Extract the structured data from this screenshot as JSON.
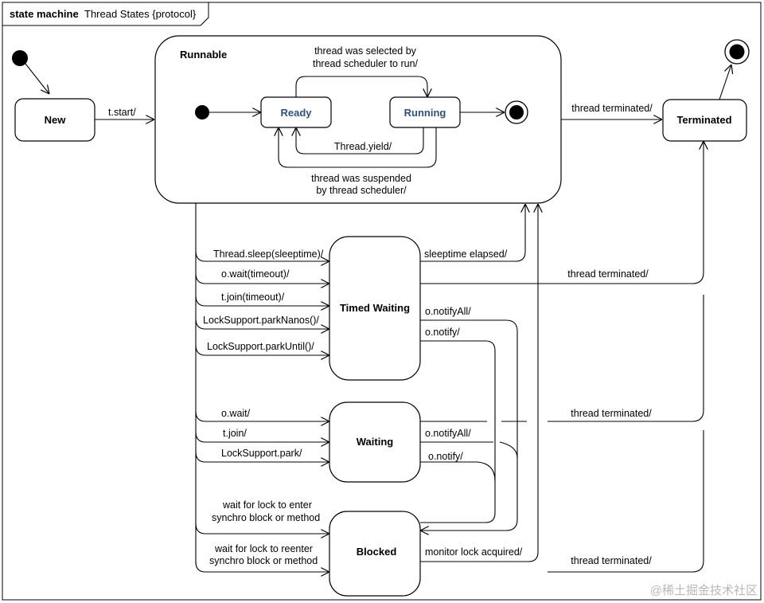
{
  "frame": {
    "kind": "state machine",
    "title": "Thread States {protocol}"
  },
  "states": {
    "new": "New",
    "runnable": "Runnable",
    "ready": "Ready",
    "running": "Running",
    "terminated": "Terminated",
    "timed_waiting": "Timed Waiting",
    "waiting": "Waiting",
    "blocked": "Blocked"
  },
  "transitions": {
    "start": "t.start/",
    "selected_1": "thread was selected by",
    "selected_2": "thread scheduler to run/",
    "yield": "Thread.yield/",
    "suspended_1": "thread was suspended",
    "suspended_2": "by thread scheduler/",
    "terminated_runnable": "thread terminated/",
    "sleep": "Thread.sleep(sleeptime)/",
    "wait_timeout": "o.wait(timeout)/",
    "join_timeout": "t.join(timeout)/",
    "park_nanos": "LockSupport.parkNanos()/",
    "park_until": "LockSupport.parkUntil()/",
    "sleeptime_elapsed": "sleeptime elapsed/",
    "terminated_timed": "thread terminated/",
    "notify_all_timed": "o.notifyAll/",
    "notify_timed": "o.notify/",
    "wait": "o.wait/",
    "join": "t.join/",
    "park": "LockSupport.park/",
    "terminated_waiting": "thread terminated/",
    "notify_all_waiting": "o.notifyAll/",
    "notify_waiting": "o.notify/",
    "lock_enter_1": "wait for lock to enter",
    "lock_enter_2": "synchro block or method",
    "lock_reenter_1": "wait for lock to reenter",
    "lock_reenter_2": "synchro block or method",
    "monitor_acquired": "monitor lock acquired/",
    "terminated_blocked": "thread terminated/"
  },
  "watermark": "@稀土掘金技术社区"
}
